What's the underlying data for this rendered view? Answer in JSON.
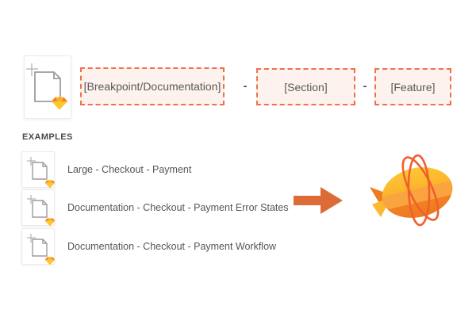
{
  "formula": {
    "parts": [
      "[Breakpoint/Documentation]",
      "[Section]",
      "[Feature]"
    ],
    "separator": "-"
  },
  "examples": {
    "heading": "EXAMPLES",
    "items": [
      "Large - Checkout - Payment",
      "Documentation - Checkout - Payment Error States",
      "Documentation - Checkout - Payment Workflow"
    ]
  },
  "icons": {
    "file": "sketch-file-icon",
    "arrow": "right-arrow-icon",
    "logo": "zeppelin-logo"
  },
  "colors": {
    "box_border": "#f0704a",
    "box_bg": "#fdf2ee",
    "box_text": "#595959",
    "heading_text": "#4a4a4a",
    "example_text": "#555555",
    "arrow": "#dc6b38",
    "gem_orange": "#f08021",
    "gem_yellow": "#fdc62f",
    "blimp_yellow": "#fcb42c",
    "blimp_orange": "#ee7820",
    "orbit": "#f15f2d"
  }
}
